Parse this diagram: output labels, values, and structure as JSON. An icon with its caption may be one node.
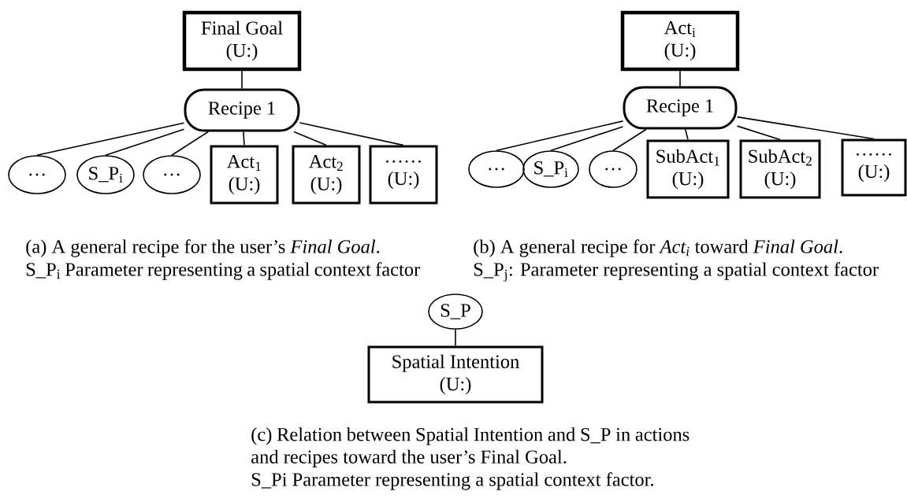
{
  "diagram": {
    "nodes": [
      {
        "text": [
          "Final Goal",
          "(U:)"
        ]
      },
      {
        "text": [
          "Recipe 1"
        ]
      },
      {
        "text": [
          "…"
        ]
      },
      {
        "text": [
          "S_P$_{i}$"
        ]
      },
      {
        "text": [
          "…"
        ]
      },
      {
        "text": [
          "Act$_{1}$",
          "(U:)"
        ]
      },
      {
        "text": [
          "Act$_{2}$",
          "(U:)"
        ]
      },
      {
        "text": [
          "……",
          "(U:)"
        ]
      },
      {
        "text": [
          "Act$_{i}$",
          "(U:)"
        ]
      },
      {
        "text": [
          "Recipe 1"
        ]
      },
      {
        "text": [
          "…"
        ]
      },
      {
        "text": [
          "S_P$_{i}$"
        ]
      },
      {
        "text": [
          "…"
        ]
      },
      {
        "text": [
          "SubAct$_{1}$",
          "(U:)"
        ]
      },
      {
        "text": [
          "SubAct$_{2}$",
          "(U:)"
        ]
      },
      {
        "text": [
          "……",
          "(U:)"
        ]
      },
      {
        "text": [
          "S_P"
        ]
      },
      {
        "text": [
          "Spatial Intention",
          "(U:)"
        ]
      }
    ],
    "edges": [
      {
        "from": 0,
        "to": 1,
        "arrow": "none"
      },
      {
        "from": 1,
        "to": 2,
        "arrow": "none"
      },
      {
        "from": 1,
        "to": 3,
        "arrow": "none"
      },
      {
        "from": 1,
        "to": 4,
        "arrow": "none"
      },
      {
        "from": 1,
        "to": 5,
        "arrow": "none"
      },
      {
        "from": 1,
        "to": 6,
        "arrow": "none"
      },
      {
        "from": 1,
        "to": 7,
        "arrow": "none"
      },
      {
        "from": 8,
        "to": 9,
        "arrow": "none"
      },
      {
        "from": 9,
        "to": 10,
        "arrow": "none"
      },
      {
        "from": 9,
        "to": 11,
        "arrow": "none"
      },
      {
        "from": 9,
        "to": 12,
        "arrow": "none"
      },
      {
        "from": 9,
        "to": 13,
        "arrow": "none"
      },
      {
        "from": 9,
        "to": 14,
        "arrow": "none"
      },
      {
        "from": 9,
        "to": 15,
        "arrow": "none"
      },
      {
        "from": 16,
        "to": 17,
        "arrow": "none"
      }
    ],
    "labels": [
      "(a) A general recipe for the user’s *Final Goal*.",
      "S_P$_{i}$ Parameter representing a spatial context factor",
      "(b) A general recipe for *Act$_{i}$* toward *Final Goal*.",
      "S_P$_{j}$: Parameter representing a spatial context factor",
      "(c) Relation between Spatial Intention and S_P in actions and recipes toward the user’s Final Goal.",
      "S_Pi Parameter representing a spatial context factor."
    ]
  }
}
